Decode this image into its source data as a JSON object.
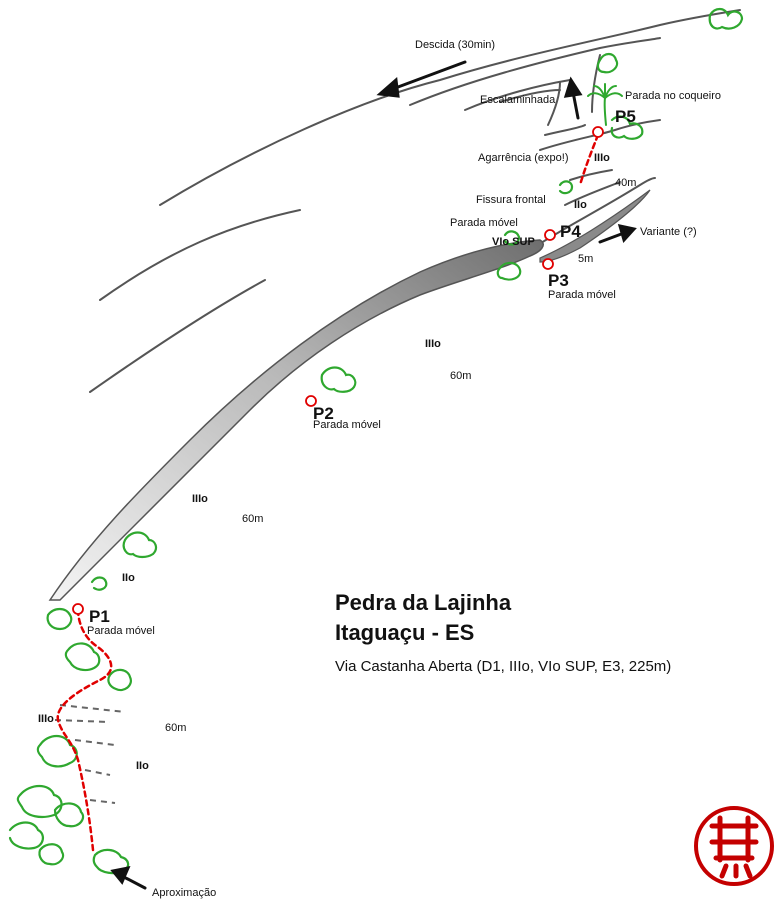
{
  "title": {
    "line1": "Pedra da Lajinha",
    "line2": "Itaguaçu - ES",
    "route": "Via Castanha Aberta (D1, IIIo, VIo SUP, E3, 225m)"
  },
  "belays": [
    {
      "id": "P1",
      "label": "P1",
      "note": "Parada móvel"
    },
    {
      "id": "P2",
      "label": "P2",
      "note": "Parada móvel"
    },
    {
      "id": "P3",
      "label": "P3",
      "note": "Parada móvel"
    },
    {
      "id": "P4",
      "label": "P4",
      "note": "Parada móvel"
    },
    {
      "id": "P5",
      "label": "P5",
      "note": "Parada no coqueiro"
    }
  ],
  "annotations": {
    "descent": "Descida (30min)",
    "scramble": "Escalaminhada",
    "grip": "Agarrência (expo!)",
    "crack": "Fissura frontal",
    "variant": "Variante (?)",
    "approach": "Aproximação"
  },
  "grades": {
    "g_low_iii": "IIIo",
    "g_low_ii": "IIo",
    "g_p1_ii": "IIo",
    "g_p1p2": "IIIo",
    "g_p2p3": "IIIo",
    "g_p3p4": "VIo SUP",
    "g_p4p5": "IIo",
    "g_p5": "IIIo"
  },
  "lengths": {
    "l_low": "60m",
    "l_p1p2": "60m",
    "l_p2p3": "60m",
    "l_p3p4": "5m",
    "l_p4p5": "40m"
  },
  "colors": {
    "route_dashed": "#e00000",
    "belay_ring": "#e00000",
    "vegetation": "#2fa82f",
    "rock_line": "#555555",
    "ramp_dark": "#8a8a8a",
    "seal": "#c40000"
  }
}
